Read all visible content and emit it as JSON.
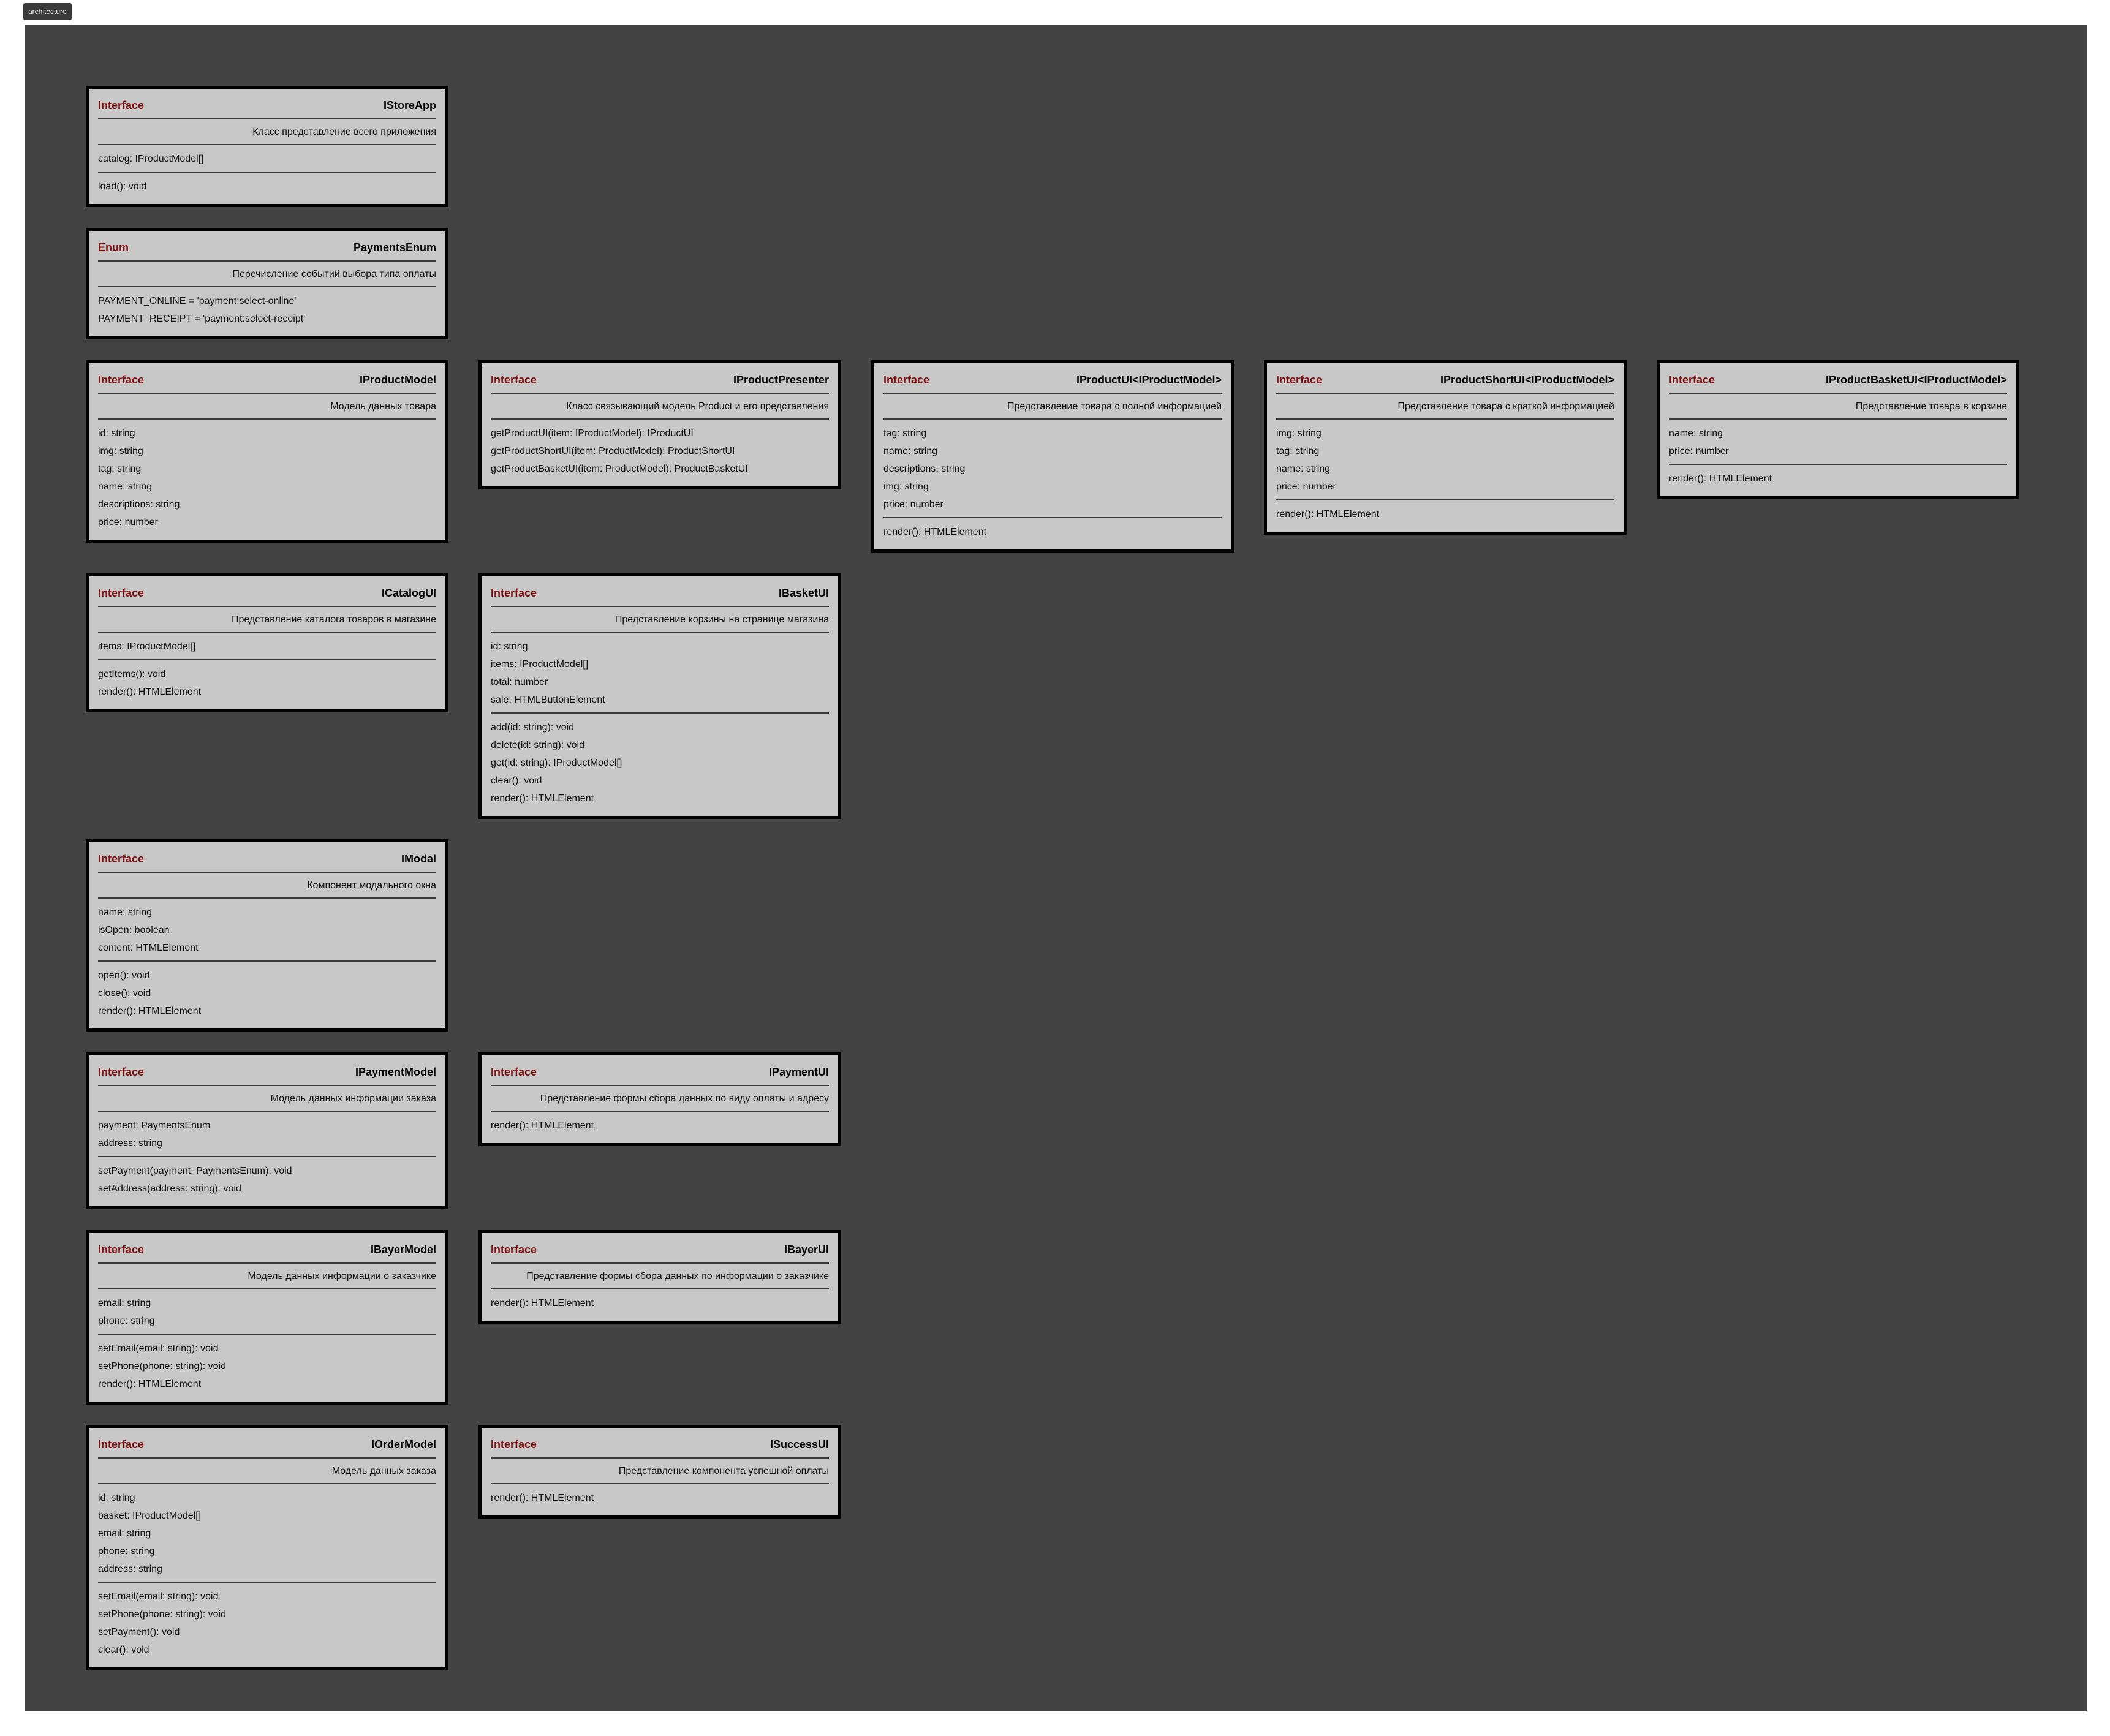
{
  "tag": "architecture",
  "cards": [
    {
      "stereotype": "Interface",
      "name": "IStoreApp",
      "description": "Класс представление всего приложения",
      "fields": [
        "catalog: IProductModel[]"
      ],
      "methods": [
        "load(): void"
      ]
    },
    {
      "stereotype": "Enum",
      "name": "PaymentsEnum",
      "description": "Перечисление событий выбора типа оплаты",
      "fields": [
        "PAYMENT_ONLINE = 'payment:select-online'",
        "PAYMENT_RECEIPT = 'payment:select-receipt'"
      ],
      "methods": []
    },
    {
      "stereotype": "Interface",
      "name": "IProductModel",
      "description": "Модель данных товара",
      "fields": [
        "id: string",
        "img: string",
        "tag: string",
        "name: string",
        "descriptions: string",
        "price: number"
      ],
      "methods": []
    },
    {
      "stereotype": "Interface",
      "name": "IProductPresenter",
      "description": "Класс связывающий модель Product и его представления",
      "fields": [],
      "methods": [
        "getProductUI(item: IProductModel): IProductUI",
        "getProductShortUI(item: ProductModel): ProductShortUI",
        "getProductBasketUI(item: ProductModel): ProductBasketUI"
      ]
    },
    {
      "stereotype": "Interface",
      "name": "IProductUI<IProductModel>",
      "description": "Представление товара с полной информацией",
      "fields": [
        "tag: string",
        "name: string",
        "descriptions: string",
        "img: string",
        "price: number"
      ],
      "methods": [
        "render(): HTMLElement"
      ]
    },
    {
      "stereotype": "Interface",
      "name": "IProductShortUI<IProductModel>",
      "description": "Представление товара с краткой информацией",
      "fields": [
        "img: string",
        "tag: string",
        "name: string",
        "price: number"
      ],
      "methods": [
        "render(): HTMLElement"
      ]
    },
    {
      "stereotype": "Interface",
      "name": "IProductBasketUI<IProductModel>",
      "description": "Представление товара в корзине",
      "fields": [
        "name: string",
        "price: number"
      ],
      "methods": [
        "render(): HTMLElement"
      ]
    },
    {
      "stereotype": "Interface",
      "name": "ICatalogUI",
      "description": "Представление каталога товаров в магазине",
      "fields": [
        "items: IProductModel[]"
      ],
      "methods": [
        "getItems(): void",
        "render(): HTMLElement"
      ]
    },
    {
      "stereotype": "Interface",
      "name": "IBasketUI",
      "description": "Представление корзины на странице магазина",
      "fields": [
        "id: string",
        "items: IProductModel[]",
        "total: number",
        "sale: HTMLButtonElement"
      ],
      "methods": [
        "add(id: string): void",
        "delete(id: string): void",
        "get(id: string): IProductModel[]",
        "clear(): void",
        "render(): HTMLElement"
      ]
    },
    {
      "stereotype": "Interface",
      "name": "IModal",
      "description": "Компонент модального окна",
      "fields": [
        "name: string",
        "isOpen: boolean",
        "content: HTMLElement"
      ],
      "methods": [
        "open(): void",
        "close(): void",
        "render(): HTMLElement"
      ]
    },
    {
      "stereotype": "Interface",
      "name": "IPaymentModel",
      "description": "Модель данных информации заказа",
      "fields": [
        "payment: PaymentsEnum",
        "address: string"
      ],
      "methods": [
        "setPayment(payment: PaymentsEnum): void",
        "setAddress(address: string): void"
      ]
    },
    {
      "stereotype": "Interface",
      "name": "IPaymentUI",
      "description": "Представление формы сбора данных по виду оплаты и адресу",
      "fields": [],
      "methods": [
        "render(): HTMLElement"
      ]
    },
    {
      "stereotype": "Interface",
      "name": "IBayerModel",
      "description": "Модель данных информации о заказчике",
      "fields": [
        "email: string",
        "phone: string"
      ],
      "methods": [
        "setEmail(email: string): void",
        "setPhone(phone: string): void",
        "render(): HTMLElement"
      ]
    },
    {
      "stereotype": "Interface",
      "name": "IBayerUI",
      "description": "Представление формы сбора данных по информации о заказчике",
      "fields": [],
      "methods": [
        "render(): HTMLElement"
      ]
    },
    {
      "stereotype": "Interface",
      "name": "IOrderModel",
      "description": "Модель данных заказа",
      "fields": [
        "id: string",
        "basket: IProductModel[]",
        "email: string",
        "phone: string",
        "address: string"
      ],
      "methods": [
        "setEmail(email: string): void",
        "setPhone(phone: string): void",
        "setPayment(): void",
        "clear(): void"
      ]
    },
    {
      "stereotype": "Interface",
      "name": "ISuccessUI",
      "description": "Представление компонента успешной оплаты",
      "fields": [],
      "methods": [
        "render(): HTMLElement"
      ]
    }
  ]
}
